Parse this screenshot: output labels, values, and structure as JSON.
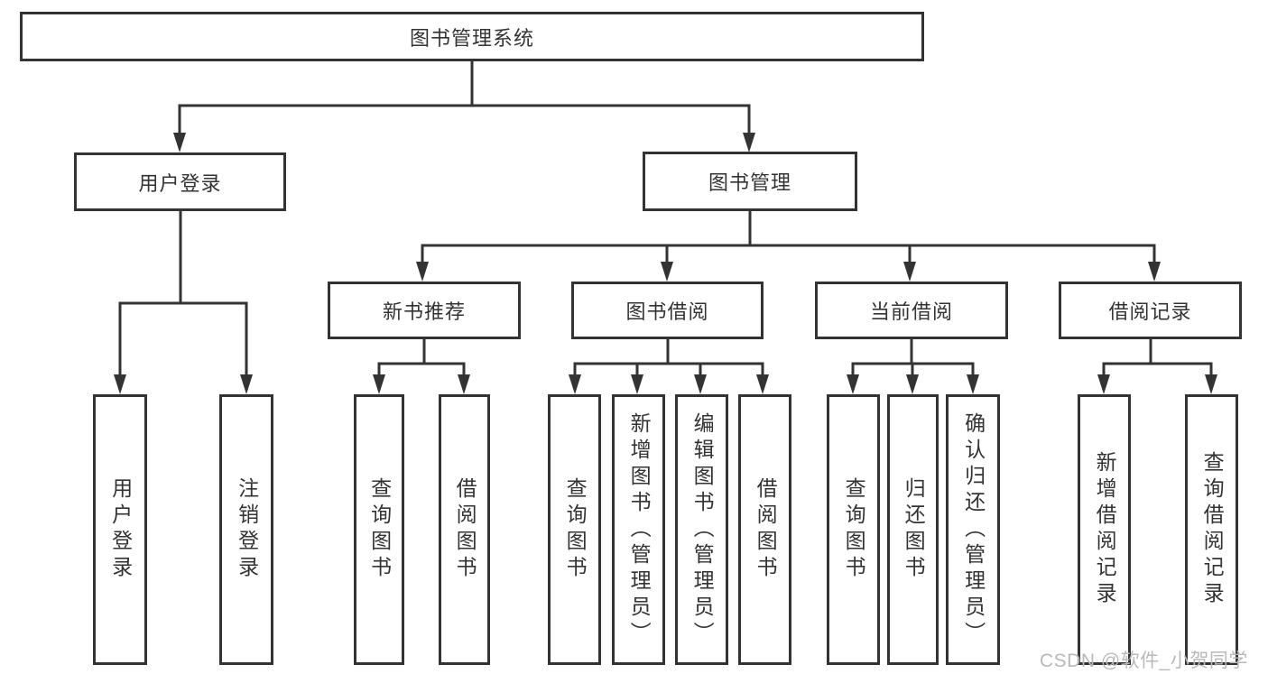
{
  "title": "图书管理系统",
  "colors": {
    "line": "#333333",
    "text": "#333333",
    "background": "#ffffff",
    "watermark": "#b9b9b9"
  },
  "tree": {
    "root": {
      "label": "图书管理系统"
    },
    "branches": [
      {
        "label": "用户登录",
        "children": [
          {
            "label": "用户登录"
          },
          {
            "label": "注销登录"
          }
        ]
      },
      {
        "label": "图书管理",
        "children": [
          {
            "label": "新书推荐",
            "children": [
              {
                "label": "查询图书"
              },
              {
                "label": "借阅图书"
              }
            ]
          },
          {
            "label": "图书借阅",
            "children": [
              {
                "label": "查询图书"
              },
              {
                "label": "新增图书（管理员）"
              },
              {
                "label": "编辑图书（管理员）"
              },
              {
                "label": "借阅图书"
              }
            ]
          },
          {
            "label": "当前借阅",
            "children": [
              {
                "label": "查询图书"
              },
              {
                "label": "归还图书"
              },
              {
                "label": "确认归还（管理员）"
              }
            ]
          },
          {
            "label": "借阅记录",
            "children": [
              {
                "label": "新增借阅记录"
              },
              {
                "label": "查询借阅记录"
              }
            ]
          }
        ]
      }
    ]
  },
  "watermark": {
    "text": "CSDN @软件_小贺同学"
  }
}
